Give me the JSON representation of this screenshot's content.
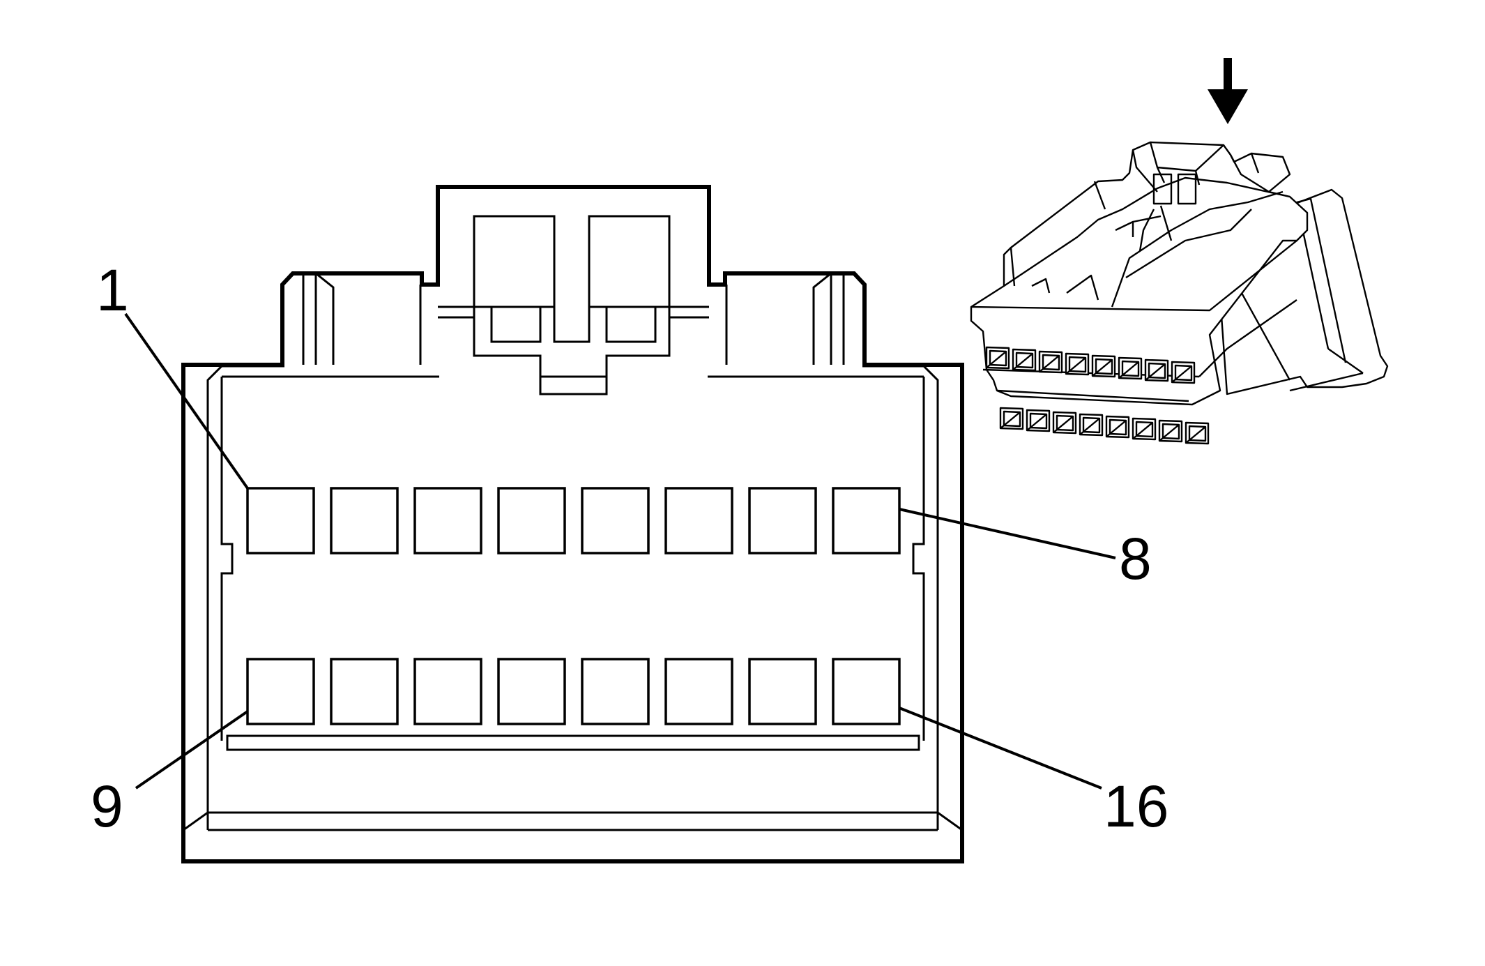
{
  "connector": {
    "rows": 2,
    "columns": 8,
    "pin_labels": {
      "top_left": "1",
      "top_right": "8",
      "bottom_left": "9",
      "bottom_right": "16"
    }
  },
  "inset": {
    "view_indicator_icon": "down-arrow-icon",
    "iso_cavities_per_row": 8
  }
}
